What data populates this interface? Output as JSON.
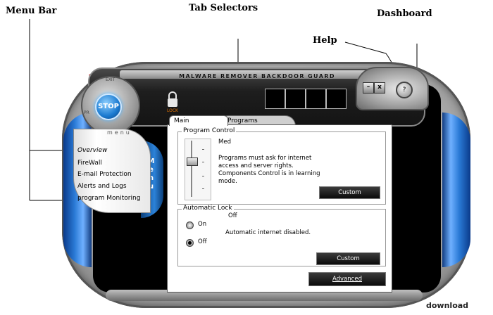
{
  "annotations": {
    "menu_bar": "Menu Bar",
    "tab_selectors": "Tab Selectors",
    "dashboard": "Dashboard",
    "help": "Help"
  },
  "app": {
    "title": "MALWARE REMOVER BACKDOOR GUARD",
    "stop_label": "STOP",
    "lock_label": "LOCK",
    "hub_top_label": "EXIT",
    "hub_left_label": "PR",
    "minimize_label": "–",
    "close_label": "x",
    "help_label": "?"
  },
  "sidebar": {
    "header": "menu",
    "side_tab": "Menu",
    "items": [
      "Overview",
      "FireWall",
      "E-mail Protection",
      "Alerts and Logs",
      "program Monitoring"
    ]
  },
  "tabs": [
    {
      "label": "Main"
    },
    {
      "label": "Programs"
    }
  ],
  "program_control": {
    "title": "Program Control",
    "level": "Med",
    "description_lines": [
      "Programs must ask for internet",
      "access and server rights.",
      "Components Control is in learning",
      "mode."
    ],
    "custom_label": "Custom"
  },
  "automatic_lock": {
    "title": "Automatic Lock",
    "state": "Off",
    "option_on": "On",
    "option_off": "Off",
    "selected": "Off",
    "description": "Automatic internet disabled.",
    "custom_label": "Custom"
  },
  "advanced_label": "Advanced",
  "watermark": "download"
}
